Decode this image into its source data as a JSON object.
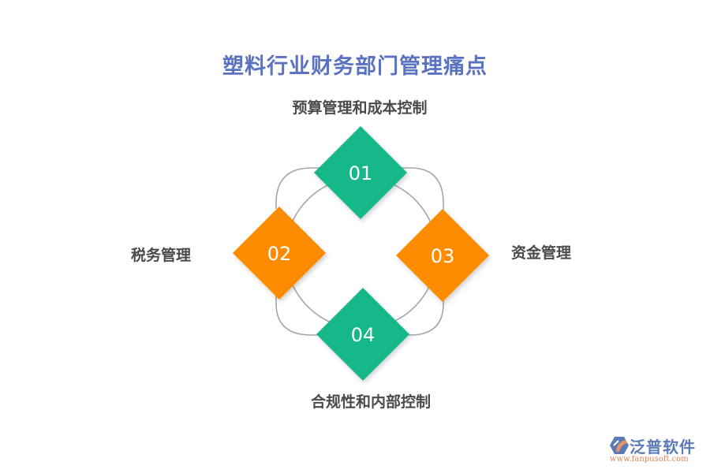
{
  "title": "塑料行业财务部门管理痛点",
  "items": [
    {
      "number": "01",
      "label": "预算管理和成本控制",
      "color": "#15b788",
      "position": "top"
    },
    {
      "number": "02",
      "label": "税务管理",
      "color": "#ff8c00",
      "position": "left"
    },
    {
      "number": "03",
      "label": "资金管理",
      "color": "#ff8c00",
      "position": "right"
    },
    {
      "number": "04",
      "label": "合规性和内部控制",
      "color": "#15b788",
      "position": "bottom"
    }
  ],
  "colors": {
    "title": "#5b72c0",
    "label": "#4a4a4a",
    "green": "#15b788",
    "orange": "#ff8c00",
    "connector": "#a6a6a6"
  },
  "logo": {
    "name": "泛普软件",
    "url": "www.fanpusoft.com"
  }
}
